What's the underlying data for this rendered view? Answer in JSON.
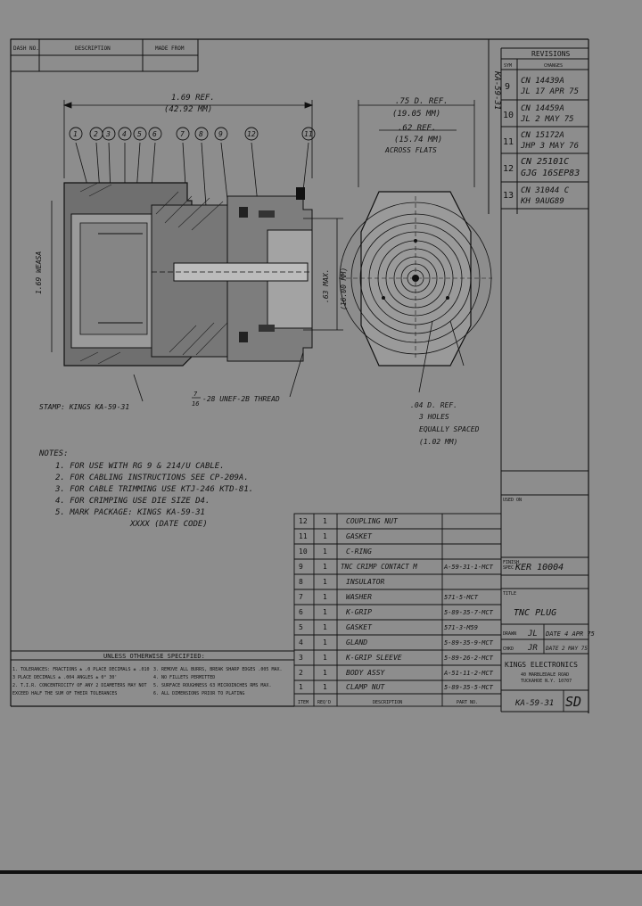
{
  "header": {
    "dash_no": "DASH NO.",
    "description": "DESCRIPTION",
    "made_from": "MADE FROM"
  },
  "revisions": {
    "title": "REVISIONS",
    "col_sym": "SYM",
    "col_change": "CHANGES",
    "vertical_note": "KA-59-31",
    "rows": [
      {
        "sym": "9",
        "line1": "CN 14439A",
        "line2": "JL 17 APR 75"
      },
      {
        "sym": "10",
        "line1": "CN 14459A",
        "line2": "JL 2 MAY 75"
      },
      {
        "sym": "11",
        "line1": "CN 15172A",
        "line2": "JHP 3 MAY 76"
      },
      {
        "sym": "12",
        "line1": "CN 25101C",
        "line2": "GJG 16SEP83"
      },
      {
        "sym": "13",
        "line1": "CN 31044 C",
        "line2": "KH 9AUG89"
      }
    ]
  },
  "drawing": {
    "balloons": [
      "1",
      "2",
      "3",
      "4",
      "5",
      "6",
      "7",
      "8",
      "9",
      "12",
      "11"
    ],
    "dim_length": "1.69 REF.",
    "dim_length_mm": "(42.92 MM)",
    "dim_dia": ".75 D. REF.",
    "dim_dia_mm": "(19.05 MM)",
    "dim_flats": ".62 REF.",
    "dim_flats_mm": "(15.74 MM)",
    "dim_flats_note": "ACROSS FLATS",
    "dim_height": ".63 MAX.",
    "dim_height_mm": "(16.00 MM)",
    "dim_left": "1.69 WEASA",
    "stamp": "STAMP: KINGS KA-59-31",
    "thread_num": "7",
    "thread_den": "16",
    "thread": "-28 UNEF-2B THREAD",
    "holes1": ".04 D. REF.",
    "holes2": "3 HOLES",
    "holes3": "EQUALLY SPACED",
    "holes_mm": "(1.02 MM)"
  },
  "notes": {
    "title": "NOTES:",
    "items": [
      "1. FOR USE WITH RG 9 & 214/U CABLE.",
      "2. FOR CABLING INSTRUCTIONS SEE CP-209A.",
      "3. FOR CABLE TRIMMING USE KTJ-246 KTD-81.",
      "4. FOR CRIMPING USE DIE SIZE D4.",
      "5. MARK PACKAGE: KINGS KA-59-31",
      "XXXX (DATE CODE)"
    ]
  },
  "parts": {
    "col_item": "ITEM",
    "col_reqd": "REQ'D",
    "col_desc": "DESCRIPTION",
    "col_part": "PART NO.",
    "rows": [
      {
        "item": "12",
        "reqd": "1",
        "desc": "COUPLING NUT",
        "part": ""
      },
      {
        "item": "11",
        "reqd": "1",
        "desc": "GASKET",
        "part": ""
      },
      {
        "item": "10",
        "reqd": "1",
        "desc": "C-RING",
        "part": ""
      },
      {
        "item": "9",
        "reqd": "1",
        "desc": "TNC CRIMP CONTACT M",
        "part": "A-59-31-1-MCT"
      },
      {
        "item": "8",
        "reqd": "1",
        "desc": "INSULATOR",
        "part": ""
      },
      {
        "item": "7",
        "reqd": "1",
        "desc": "WASHER",
        "part": "571-5-MCT"
      },
      {
        "item": "6",
        "reqd": "1",
        "desc": "K-GRIP",
        "part": "5-89-35-7-MCT"
      },
      {
        "item": "5",
        "reqd": "1",
        "desc": "GASKET",
        "part": "571-3-M59"
      },
      {
        "item": "4",
        "reqd": "1",
        "desc": "GLAND",
        "part": "5-89-35-9-MCT"
      },
      {
        "item": "3",
        "reqd": "1",
        "desc": "K-GRIP SLEEVE",
        "part": "5-89-26-2-MCT"
      },
      {
        "item": "2",
        "reqd": "1",
        "desc": "BODY ASSY",
        "part": "A-51-11-2-MCT"
      },
      {
        "item": "1",
        "reqd": "1",
        "desc": "CLAMP NUT",
        "part": "5-89-35-5-MCT"
      }
    ]
  },
  "tolerances": {
    "title": "UNLESS OTHERWISE SPECIFIED:",
    "left": [
      "1. TOLERANCES: FRACTIONS ± .0 PLACE DECIMALS ± .010",
      "   3 PLACE DECIMALS ± .004    ANGLES ± 0° 30'",
      "2. T.I.R. CONCENTRICITY OF ANY 2 DIAMETERS MAY NOT",
      "   EXCEED HALF THE SUM OF THEIR TOLERANCES"
    ],
    "right": [
      "3. REMOVE ALL BURRS, BREAK SHARP EDGES .005 MAX.",
      "4. NO FILLETS PERMITTED",
      "5. SURFACE ROUGHNESS 63 MICROINCHES RMS MAX.",
      "6. ALL DIMENSIONS PRIOR TO PLATING"
    ]
  },
  "title_block": {
    "used_on_label": "USED ON",
    "finish_label": "FINISH",
    "spec_label": "SPEC",
    "spec_value": "KER 10004",
    "title_label": "TITLE",
    "title_value": "TNC PLUG",
    "drawn_label": "DRAWN",
    "drawn_by": "JL",
    "drawn_date": "DATE 4 APR 75",
    "checked_label": "CHKD",
    "checked_by": "JR",
    "checked_date": "DATE 2 MAY 75",
    "company": "KINGS ELECTRONICS",
    "address1": "40 MARBLEDALE ROAD",
    "address2": "TUCKAHOE N.Y. 10707",
    "dwg_no": "KA-59-31",
    "size": "SD"
  }
}
